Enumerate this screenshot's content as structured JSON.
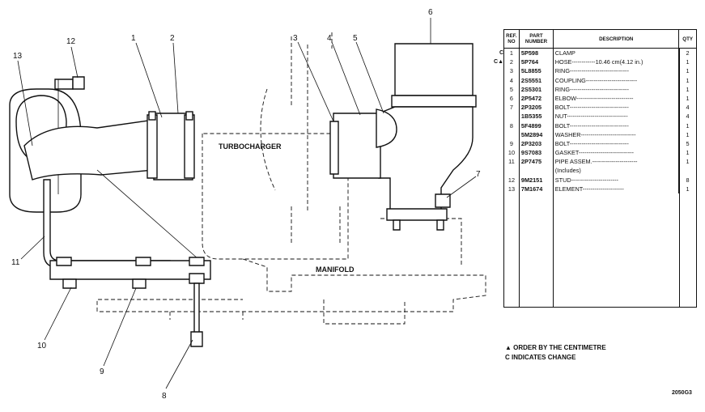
{
  "callouts": [
    "1",
    "2",
    "3",
    "4",
    "5",
    "6",
    "7",
    "8",
    "9",
    "10",
    "11",
    "12",
    "13"
  ],
  "labels": {
    "turbocharger": "TURBOCHARGER",
    "manifold": "MANIFOLD"
  },
  "table": {
    "headers": {
      "ref": "REF. NO",
      "part": "PART NUMBER",
      "desc": "DESCRIPTION",
      "qty": "QTY"
    },
    "rows": [
      {
        "flag": "C",
        "ref": "1",
        "part": "5P598",
        "desc": "CLAMP",
        "qty": "2"
      },
      {
        "flag": "C▲",
        "ref": "2",
        "part": "5P764",
        "desc": "HOSE------------10.46 cm(4.12 in.)",
        "qty": "1"
      },
      {
        "flag": "",
        "ref": "3",
        "part": "5L8855",
        "desc": "RING------------------------------",
        "qty": "1"
      },
      {
        "flag": "",
        "ref": "4",
        "part": "2S5551",
        "desc": "COUPLING--------------------------",
        "qty": "1"
      },
      {
        "flag": "",
        "ref": "5",
        "part": "2S5301",
        "desc": "RING------------------------------",
        "qty": "1"
      },
      {
        "flag": "",
        "ref": "6",
        "part": "2P5472",
        "desc": "ELBOW-----------------------------",
        "qty": "1"
      },
      {
        "flag": "",
        "ref": "7",
        "part": "2P3205",
        "desc": "BOLT------------------------------",
        "qty": "4"
      },
      {
        "flag": "",
        "ref": "",
        "part": "1B5355",
        "desc": "NUT-------------------------------",
        "qty": "4"
      },
      {
        "flag": "",
        "ref": "8",
        "part": "5F4899",
        "desc": "BOLT------------------------------",
        "qty": "1"
      },
      {
        "flag": "",
        "ref": "",
        "part": "5M2894",
        "desc": "WASHER----------------------------",
        "qty": "1"
      },
      {
        "flag": "",
        "ref": "9",
        "part": "2P3203",
        "desc": "BOLT------------------------------",
        "qty": "5"
      },
      {
        "flag": "",
        "ref": "10",
        "part": "9S7083",
        "desc": "GASKET----------------------------",
        "qty": "1"
      },
      {
        "flag": "",
        "ref": "11",
        "part": "2P7475",
        "desc": "PIPE ASSEM.-----------------------",
        "qty": "1"
      },
      {
        "flag": "",
        "ref": "",
        "part": "",
        "desc": "(Includes)",
        "qty": ""
      },
      {
        "flag": "",
        "ref": "12",
        "part": "9M2151",
        "desc": "STUD------------------------",
        "qty": "8"
      },
      {
        "flag": "",
        "ref": "13",
        "part": "7M1674",
        "desc": "ELEMENT---------------------",
        "qty": "1"
      }
    ]
  },
  "notes": [
    "▲ ORDER BY THE CENTIMETRE",
    "C INDICATES CHANGE"
  ],
  "drawing_number": "2050G3"
}
